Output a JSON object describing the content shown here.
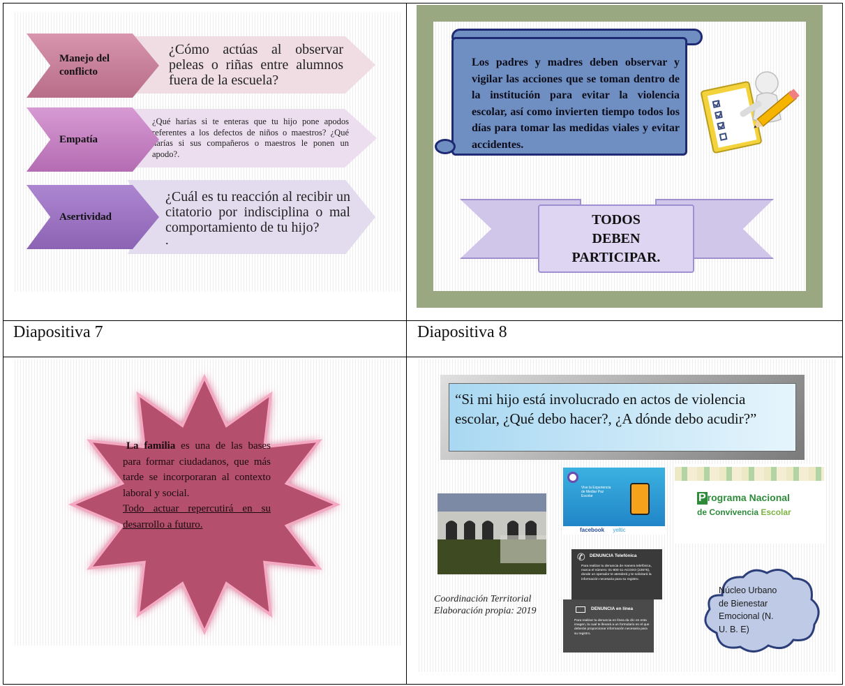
{
  "slide6": {
    "rows": [
      {
        "tag": "Manejo del conflicto",
        "question": "¿Cómo actúas al observar peleas o riñas entre alumnos fuera de la escuela?"
      },
      {
        "tag": "Empatía",
        "question": "¿Qué harías si te enteras que tu hijo pone apodos referentes a los defectos de niños o maestros? ¿Qué harías si sus compañeros o maestros le ponen un apodo?."
      },
      {
        "tag": "Asertividad",
        "question": "¿Cuál es tu reacción al recibir un citatorio por indisciplina o mal comportamiento de tu hijo?",
        "trailing": "."
      }
    ]
  },
  "slide7": {
    "scroll_text": "Los padres y madres deben observar y vigilar las acciones que se toman dentro de la institución para evitar la violencia escolar, así como invierten tiempo todos los días para tomar las medidas viales y evitar accidentes.",
    "banner_line1": "TODOS",
    "banner_line2": "DEBEN",
    "banner_line3": "PARTICIPAR."
  },
  "captions": {
    "left": "Diapositiva 7",
    "right": "Diapositiva 8"
  },
  "slide8": {
    "lead_bold": "La familia",
    "lead_rest": " es una de las bases para formar ciudadanos, que más tarde se incorporaran al contexto laboral y social.",
    "underlined": "Todo actuar repercutirá en su desarrollo a futuro."
  },
  "slide9": {
    "quote": "“Si mi hijo está involucrado en actos de violencia escolar, ¿Qué debo hacer?, ¿A dónde debo acudir?”",
    "credit_line1": "Coordinación Territorial",
    "credit_line2": "Elaboración propia: 2019",
    "phone_poster": {
      "facebook": "facebook",
      "yeltic": "yeltic",
      "heading": "Vive la Experiencia de Mediar Paz Escolar"
    },
    "programa": {
      "initial": "P",
      "title_rest": "rograma Nacional",
      "subtitle_a": "de Convivencia",
      "subtitle_b": " Escolar"
    },
    "denuncia": {
      "phone_title": "DENUNCIA Telefónica",
      "phone_body": "Para realizar tu denuncia de manera telefónica, marca el número: 01-800-11-ACOSO (22676), donde un operador te atenderá y te solicitará la información necesaria para su registro.",
      "online_title": "DENUNCIA en línea",
      "online_body": "Para realizar tu denuncia en línea da clic en esta imagen, la cual te llevará a un formulario en el que deberás proporcionar información necesaria para su registro."
    },
    "cloud_text": "Núcleo Urbano de Bienestar Emocional (N. U. B. E)"
  },
  "colors": {
    "tag1": "#c77f9a",
    "tag2": "#c67fc2",
    "tag3": "#9a72c0",
    "scroll_blue": "#6f8fc3",
    "frame_green": "#9aa882",
    "star": "#b4506e",
    "programa_green": "#2e8b3a"
  }
}
